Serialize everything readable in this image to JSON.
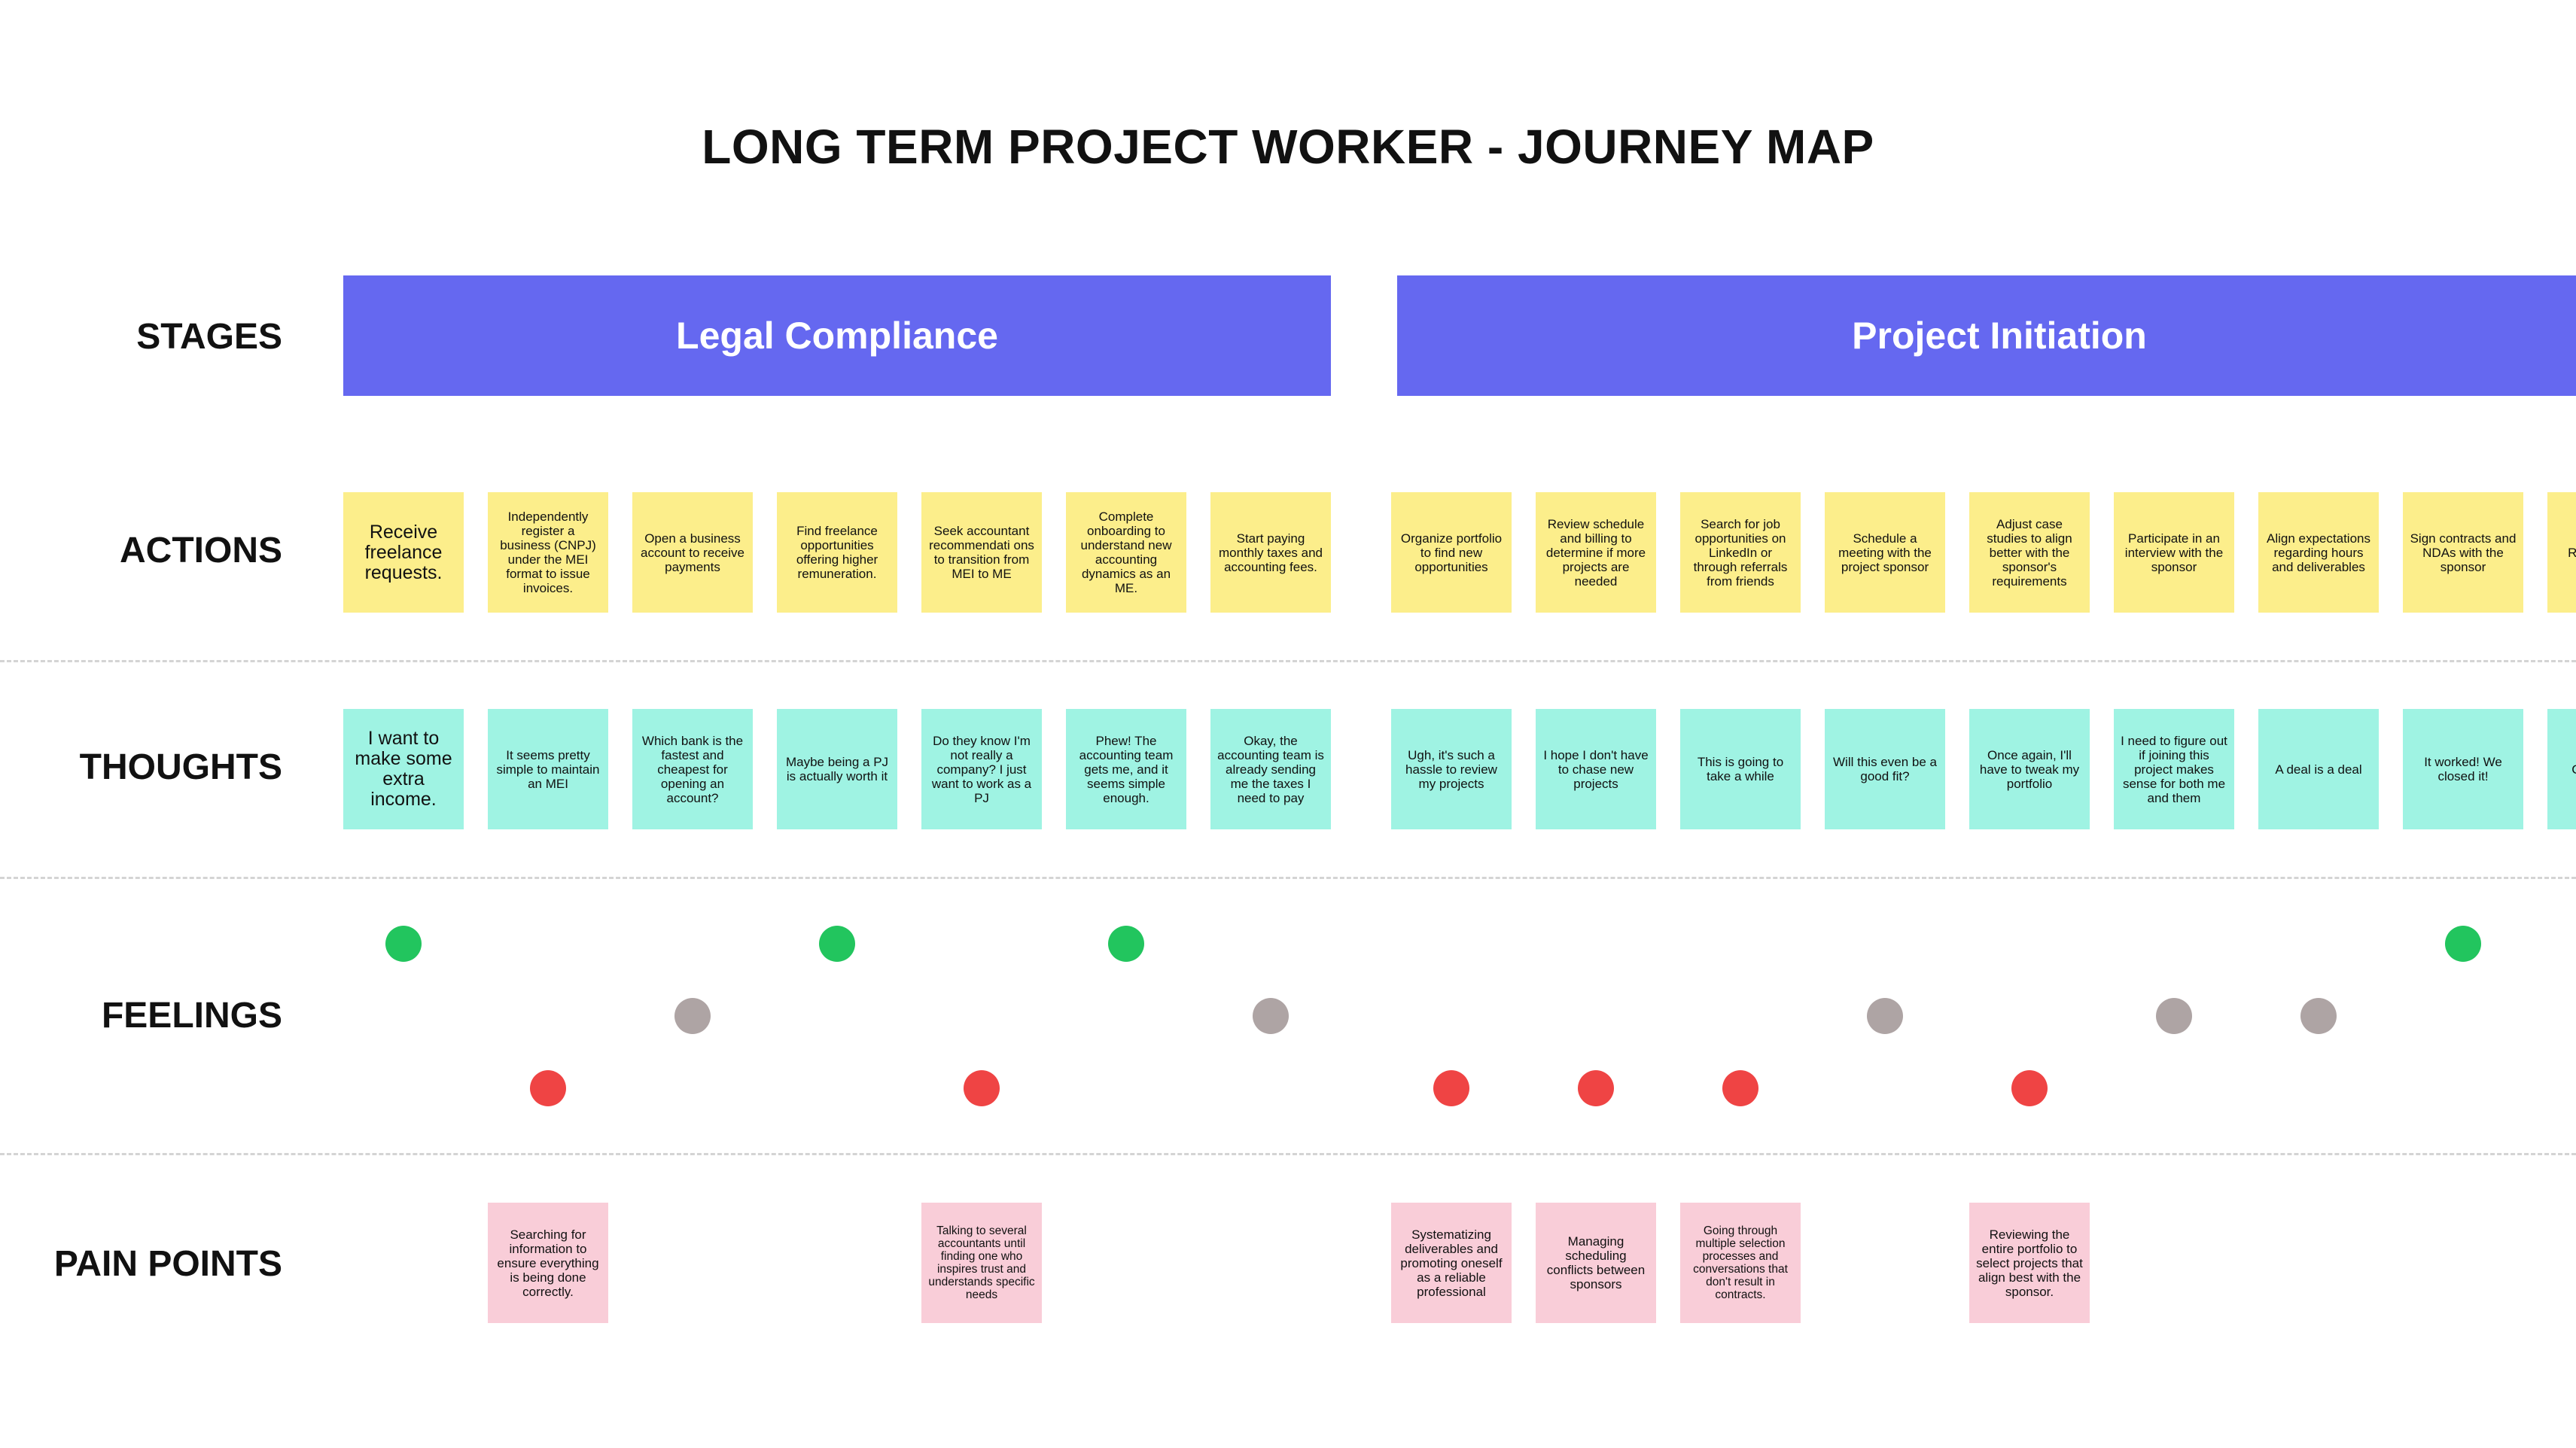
{
  "title": "LONG TERM PROJECT WORKER - JOURNEY MAP",
  "row_labels": {
    "stages": "STAGES",
    "actions": "ACTIONS",
    "thoughts": "THOUGHTS",
    "feelings": "FEELINGS",
    "pain_points": "PAIN POINTS"
  },
  "stages": [
    {
      "label": "Legal Compliance"
    },
    {
      "label": "Project Initiation"
    }
  ],
  "colors": {
    "stage": "#6568f0",
    "action_note": "#fcee8b",
    "thought_note": "#9ff3e3",
    "pain_note": "#f9cdd8",
    "feeling_positive": "#22c55e",
    "feeling_neutral": "#aea4a4",
    "feeling_negative": "#ef4444"
  },
  "actions": [
    "Receive freelance requests.",
    "Independently register a business (CNPJ) under the MEI format to issue invoices.",
    "Open a business account to receive payments",
    "Find freelance opportunities offering higher remuneration.",
    "Seek accountant recommendati ons to transition from MEI to ME",
    "Complete onboarding to understand new accounting dynamics as an ME.",
    "Start paying monthly taxes and accounting fees.",
    "Organize portfolio to find new opportunities",
    "Review schedule and billing to determine if more projects are needed",
    "Search for job opportunities on LinkedIn or through referrals from friends",
    "Schedule a meeting with the project sponsor",
    "Adjust case studies to align better with the sponsor's requirements",
    "Participate in an interview with the sponsor",
    "Align expectations regarding hours and deliverables",
    "Sign contracts and NDAs with the sponsor",
    "Re to t co a m"
  ],
  "thoughts": [
    "I want to make some extra income.",
    "It seems pretty simple to maintain an MEI",
    "Which bank is the fastest and cheapest for opening an account?",
    "Maybe being a PJ is actually worth it",
    "Do they know I'm not really a company? I just want to work as a PJ",
    "Phew! The accounting team gets me, and it seems simple enough.",
    "Okay, the accounting team is already sending me the taxes I need to pay",
    "Ugh, it's such a hassle to review my projects",
    "I hope I don't have to chase new projects",
    "This is going to take a while",
    "Will this even be a good fit?",
    "Once again, I'll have to tweak my portfolio",
    "I need to figure out if joining this project makes sense for both me and them",
    "A deal is a deal",
    "It worked! We closed it!",
    "C con plat to"
  ],
  "feelings": [
    "positive",
    "negative",
    "neutral",
    "positive",
    "negative",
    "positive",
    "neutral",
    "negative",
    "negative",
    "negative",
    "neutral",
    "negative",
    "neutral",
    "neutral",
    "positive"
  ],
  "pain_points": [
    {
      "col": 1,
      "text": "Searching for information to ensure everything is being done correctly."
    },
    {
      "col": 4,
      "text": "Talking to several accountants until finding one who inspires trust and understands specific needs"
    },
    {
      "col": 7,
      "text": "Systematizing deliverables and promoting oneself as a reliable professional"
    },
    {
      "col": 8,
      "text": "Managing scheduling conflicts between sponsors"
    },
    {
      "col": 9,
      "text": "Going through multiple selection processes and conversations that don't result in contracts."
    },
    {
      "col": 11,
      "text": "Reviewing the entire portfolio to select projects that align best with the sponsor."
    }
  ]
}
